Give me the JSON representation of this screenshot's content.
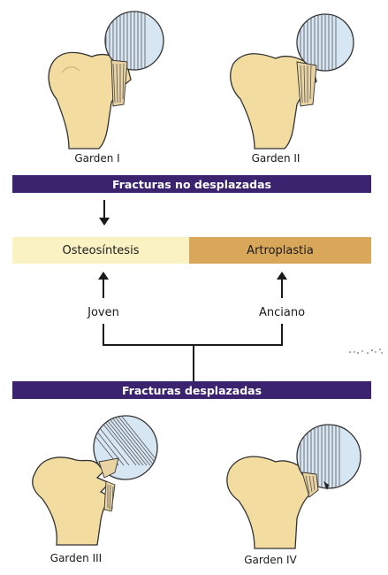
{
  "top_left_caption": "Garden I",
  "top_right_caption": "Garden II",
  "band_top": "Fracturas no desplazadas",
  "box_left": "Osteosíntesis",
  "box_right": "Artroplastia",
  "label_left": "Joven",
  "label_right": "Anciano",
  "band_bottom": "Fracturas desplazadas",
  "bottom_left_caption": "Garden III",
  "bottom_right_caption": "Garden IV",
  "colors": {
    "band": "#3b2370",
    "box_left": "#fbf2c4",
    "box_right": "#d9a75a",
    "bone": "#f2dca0",
    "head": "#d7e6f3"
  }
}
